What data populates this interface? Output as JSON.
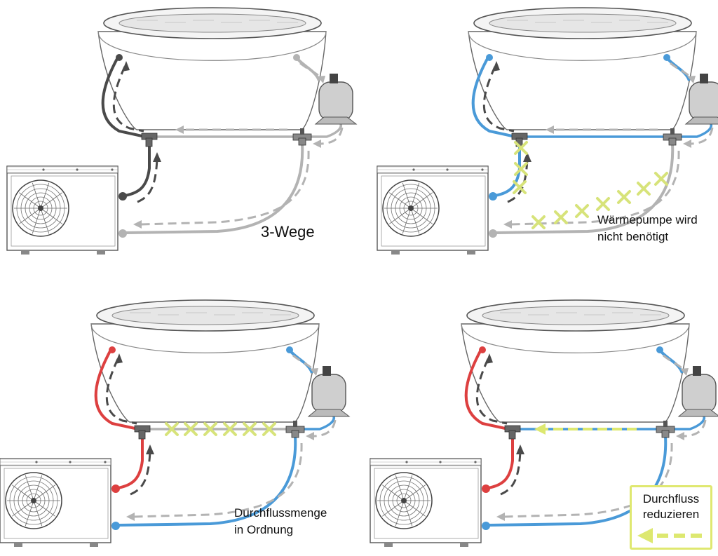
{
  "colors": {
    "pipe_gray": "#b3b3b3",
    "pipe_dark": "#4a4a4a",
    "pipe_blue": "#4a9ad8",
    "pipe_red": "#dd4040",
    "cross_yellow": "#d7e37a",
    "arrow_yellow": "#dde870",
    "outline": "#555555"
  },
  "icons": {
    "pool": "above-ground-pool-icon",
    "filter": "sand-filter-tank-icon",
    "heat_pump": "heat-pump-unit-icon",
    "valve": "three-way-valve-icon",
    "tee": "tee-junction-icon"
  },
  "panels": [
    {
      "id": "panel-1",
      "label_lines": [
        "3-Wege"
      ]
    },
    {
      "id": "panel-2",
      "label_lines": [
        "Wärmepumpe wird",
        "nicht benötigt"
      ]
    },
    {
      "id": "panel-3",
      "label_lines": [
        "Durchflussmenge",
        "in Ordnung"
      ]
    },
    {
      "id": "panel-4",
      "label_lines": [
        "Durchfluss",
        "reduzieren"
      ]
    }
  ]
}
